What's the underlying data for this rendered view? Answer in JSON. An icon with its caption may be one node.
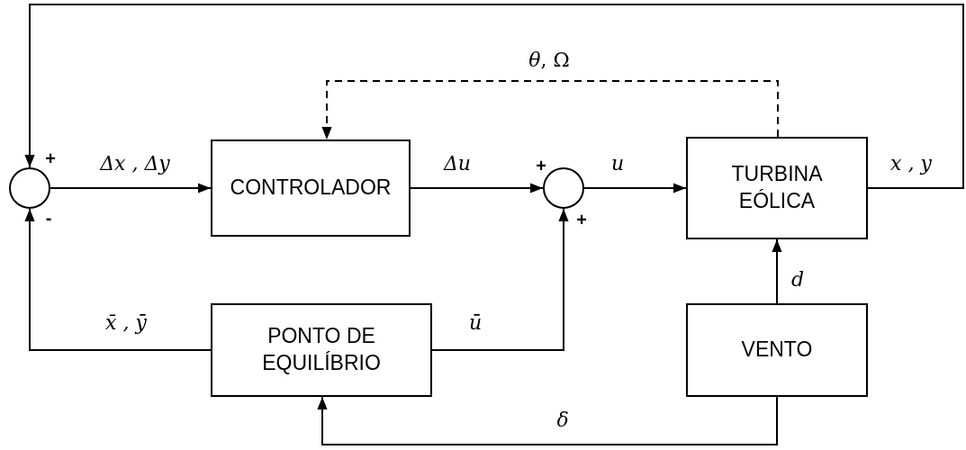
{
  "diagram": {
    "nodes": [
      {
        "text": [],
        "shape": "circle"
      },
      {
        "text": [
          "CONTROLADOR"
        ]
      },
      {
        "text": [],
        "shape": "circle"
      },
      {
        "text": [
          "TURBINA EÓLICA"
        ]
      },
      {
        "text": [
          "PONTO DE EQUILÍBRIO"
        ]
      },
      {
        "text": [
          "VENTO"
        ]
      }
    ],
    "edges": [
      {
        "from": 0,
        "to": 1,
        "arrow": "to",
        "label": "Δx , Δy"
      },
      {
        "from": 1,
        "to": 2,
        "arrow": "to",
        "label": "Δu"
      },
      {
        "from": 2,
        "to": 3,
        "arrow": "to",
        "label": "u"
      },
      {
        "from": 3,
        "to": 1,
        "arrow": "to",
        "label": "*θ*, Ω",
        "style": "dashed"
      },
      {
        "from": 3,
        "to": 0,
        "arrow": "to",
        "label": "x , y"
      },
      {
        "from": 4,
        "to": 0,
        "arrow": "to",
        "label": "x̄ , ȳ"
      },
      {
        "from": 4,
        "to": 2,
        "arrow": "to",
        "label": "ū"
      },
      {
        "from": 5,
        "to": 3,
        "arrow": "to",
        "label": "d"
      },
      {
        "from": 5,
        "to": 4,
        "arrow": "to",
        "label": "δ"
      }
    ],
    "labels": [
      "+",
      "-",
      "+",
      "+"
    ]
  }
}
